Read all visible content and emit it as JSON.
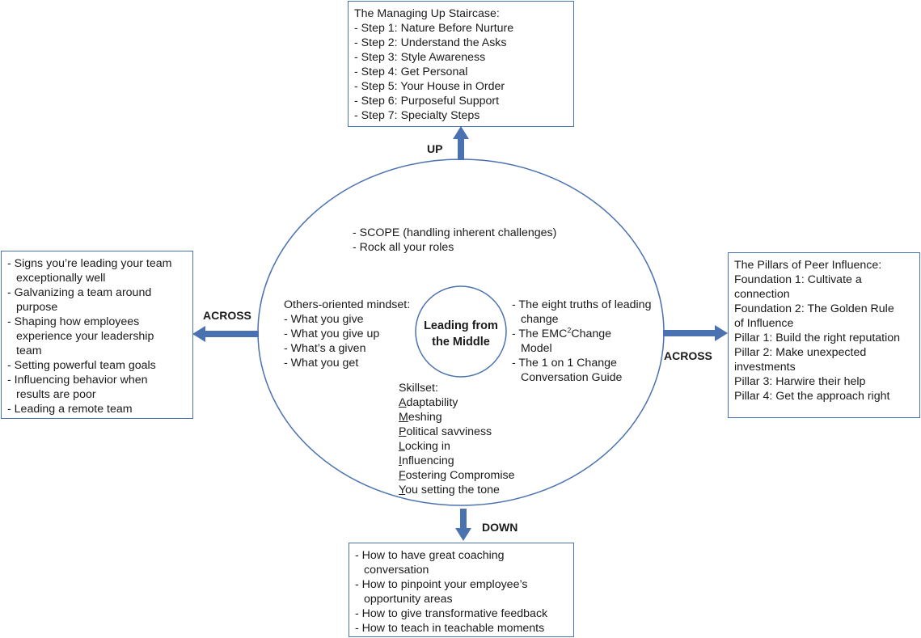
{
  "center": {
    "title_line1": "Leading from",
    "title_line2": "the Middle"
  },
  "ellipse_top": [
    "- SCOPE (handling inherent challenges)",
    "- Rock all your roles"
  ],
  "mindset": {
    "title": "Others-oriented mindset:",
    "items": [
      "- What you give",
      "- What you give up",
      "- What’s a given",
      "- What you get"
    ]
  },
  "change": {
    "line1": "- The eight truths of leading",
    "line2": "change",
    "emc_prefix": "- The EMC",
    "emc_sup": "2",
    "emc_suffix": " Change",
    "line4": "Model",
    "line5": "- The 1 on 1 Change",
    "line6": "Conversation Guide"
  },
  "skillset": {
    "title": "Skillset:",
    "items": [
      {
        "initial": "A",
        "rest": "daptability"
      },
      {
        "initial": "M",
        "rest": "eshing"
      },
      {
        "initial": "P",
        "rest": "olitical savviness"
      },
      {
        "initial": "L",
        "rest": "ocking in"
      },
      {
        "initial": "I",
        "rest": "nfluencing"
      },
      {
        "initial": "F",
        "rest": "ostering Compromise"
      },
      {
        "initial": "Y",
        "rest": "ou setting the tone"
      }
    ]
  },
  "labels": {
    "up": "UP",
    "down": "DOWN",
    "across_left": "ACROSS",
    "across_right": "ACROSS"
  },
  "up_box": {
    "title": "The Managing Up Staircase:",
    "items": [
      "- Step 1: Nature Before Nurture",
      "- Step 2: Understand the Asks",
      "- Step 3: Style Awareness",
      "- Step 4: Get Personal",
      "- Step 5: Your House in Order",
      "- Step 6: Purposeful Support",
      "- Step 7: Specialty Steps"
    ]
  },
  "left_box": {
    "lines": [
      "- Signs you’re leading your team",
      "  exceptionally well",
      "- Galvanizing a team around",
      "  purpose",
      "- Shaping how employees",
      "  experience your leadership",
      "  team",
      "- Setting powerful team goals",
      "- Influencing behavior when",
      "  results are poor",
      "- Leading a remote team"
    ]
  },
  "right_box": {
    "lines": [
      "The Pillars of Peer Influence:",
      "Foundation 1: Cultivate a",
      "connection",
      "Foundation 2: The Golden Rule",
      "of Influence",
      "Pillar 1: Build the right reputation",
      "Pillar 2: Make unexpected",
      "investments",
      "Pillar 3: Harwire their help",
      "Pillar 4: Get the approach right"
    ]
  },
  "down_box": {
    "lines": [
      "- How to have great coaching",
      "  conversation",
      "- How to pinpoint your employee’s",
      "  opportunity areas",
      "- How to give transformative feedback",
      "- How to teach in teachable moments"
    ]
  },
  "colors": {
    "outline": "#4a72b0",
    "arrow": "#4a72b0"
  }
}
